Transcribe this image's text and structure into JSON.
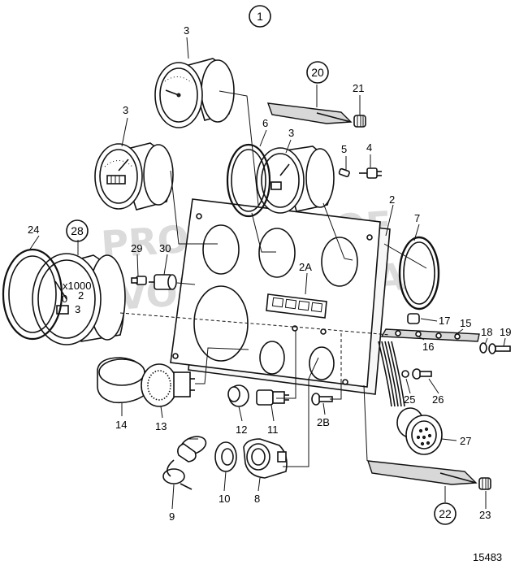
{
  "callouts": {
    "c1": "1",
    "c2": "2",
    "c2a": "2A",
    "c2b": "2B",
    "c3a": "3",
    "c3b": "3",
    "c3c": "3",
    "c4": "4",
    "c5": "5",
    "c6": "6",
    "c7": "7",
    "c8": "8",
    "c9": "9",
    "c10": "10",
    "c11": "11",
    "c12": "12",
    "c13": "13",
    "c14": "14",
    "c15": "15",
    "c16": "16",
    "c17": "17",
    "c18": "18",
    "c19": "19",
    "c20": "20",
    "c21": "21",
    "c22": "22",
    "c23": "23",
    "c24": "24",
    "c25": "25",
    "c26": "26",
    "c27": "27",
    "c28": "28",
    "c29": "29",
    "c30": "30"
  },
  "gauge_text": {
    "tach_unit": "x1000",
    "tach_tick_0": "0",
    "tach_tick_2": "2",
    "tach_tick_3": "3"
  },
  "watermark": {
    "line1": "PROPERTY OF",
    "line2": "VOLVO PENTA"
  },
  "drawing_number": "15483"
}
